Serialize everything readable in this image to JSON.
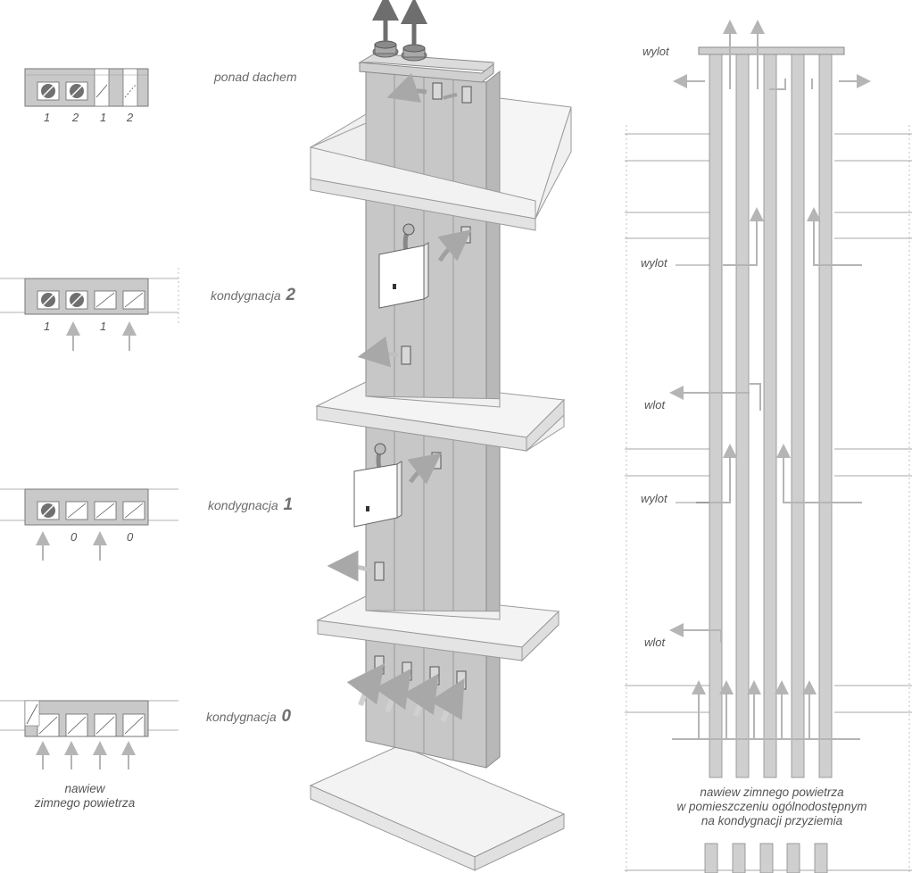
{
  "levels": {
    "roof": "ponad dachem",
    "floor2_prefix": "kondygnacja",
    "floor2_number": "2",
    "floor1_prefix": "kondygnacja",
    "floor1_number": "1",
    "floor0_prefix": "kondygnacja",
    "floor0_number": "0"
  },
  "left_sections": {
    "roof_numbers": [
      "1",
      "2",
      "1",
      "2"
    ],
    "floor2_numbers": [
      "1",
      "1"
    ],
    "floor1_numbers": [
      "0",
      "0"
    ],
    "intake_caption": [
      "nawiew",
      "zimnego powietrza"
    ]
  },
  "right_section": {
    "outlet_top": "wylot",
    "outlet_mid2": "wylot",
    "inlet_mid": "wlot",
    "outlet_mid1": "wylot",
    "inlet_low": "wlot",
    "caption": [
      "nawiew zimnego powietrza",
      "w pomieszczeniu ogólnodostępnym",
      "na kondygnacji przyziemia"
    ]
  },
  "colors": {
    "chimney": "#c8c8c8",
    "slab": "#f1f1f1",
    "arrow": "#b0b0b0",
    "dark_arrow": "#6f6f6f"
  }
}
